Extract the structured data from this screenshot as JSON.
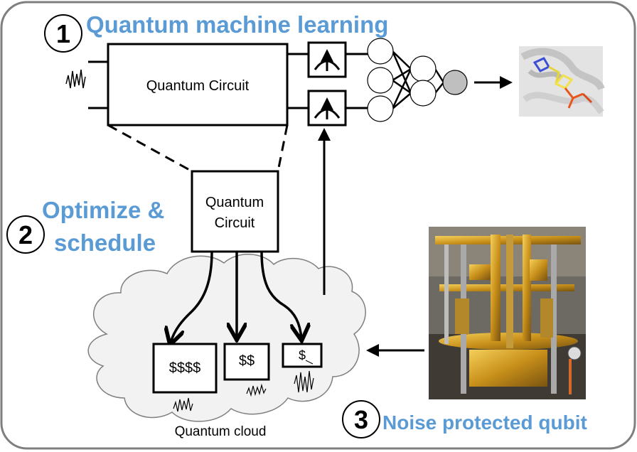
{
  "sections": {
    "qml": {
      "number": "1",
      "title": "Quantum machine learning",
      "circuit_label": "Quantum Circuit"
    },
    "optimize": {
      "number": "2",
      "title_line1": "Optimize &",
      "title_line2": "schedule",
      "circuit_line1": "Quantum",
      "circuit_line2": "Circuit"
    },
    "noise": {
      "number": "3",
      "title": "Noise protected qubit"
    }
  },
  "cloud": {
    "label": "Quantum cloud",
    "backends": [
      {
        "cost": "$$$$"
      },
      {
        "cost": "$$"
      },
      {
        "cost": "$"
      }
    ]
  },
  "colors": {
    "heading": "#5b9bd5",
    "output_neuron": "#bfbfbf",
    "cloud_fill": "#f2f2f2",
    "frame_stroke": "#7f7f7f"
  },
  "images": {
    "molecule": "protein-molecule-render",
    "cryostat": "dilution-refrigerator-photo"
  }
}
